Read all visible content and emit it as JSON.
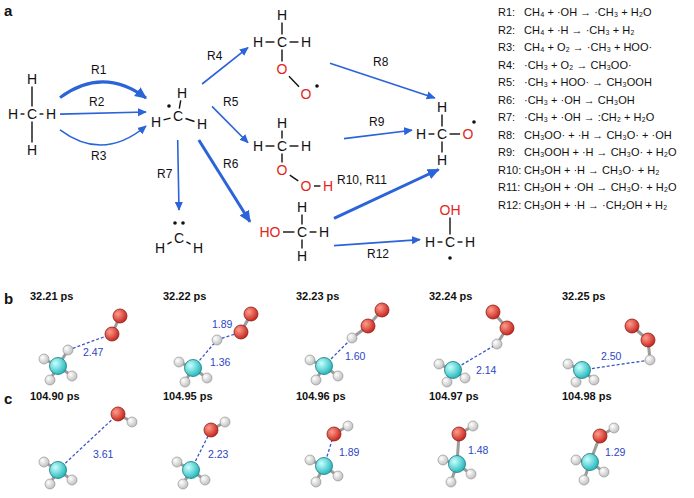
{
  "diagram": {
    "nodes": [
      {
        "text": [
          "H",
          "H",
          "C",
          "H",
          "H"
        ]
      },
      {
        "text": [
          "H",
          "H",
          "C",
          "H"
        ]
      },
      {
        "text": [
          "H",
          "H",
          "C",
          "H",
          "O",
          "O"
        ]
      },
      {
        "text": [
          "H",
          "H",
          "C",
          "H",
          "O",
          "O",
          "H"
        ]
      },
      {
        "text": [
          "H",
          "HO",
          "C",
          "H",
          "H"
        ]
      },
      {
        "text": [
          "H",
          "C",
          "H"
        ]
      },
      {
        "text": [
          "H",
          "H",
          "C",
          "O",
          "H"
        ]
      },
      {
        "text": [
          "OH",
          "H",
          "C",
          "H"
        ]
      }
    ],
    "edges": [
      {
        "from": 0,
        "to": 1,
        "arrow": "to",
        "label": "R1"
      },
      {
        "from": 0,
        "to": 1,
        "arrow": "to",
        "label": "R2"
      },
      {
        "from": 0,
        "to": 1,
        "arrow": "to",
        "label": "R3"
      },
      {
        "from": 1,
        "to": 2,
        "arrow": "to",
        "label": "R4"
      },
      {
        "from": 1,
        "to": 3,
        "arrow": "to",
        "label": "R5"
      },
      {
        "from": 1,
        "to": 4,
        "arrow": "to",
        "label": "R6"
      },
      {
        "from": 1,
        "to": 5,
        "arrow": "to",
        "label": "R7"
      },
      {
        "from": 2,
        "to": 6,
        "arrow": "to",
        "label": "R8"
      },
      {
        "from": 3,
        "to": 6,
        "arrow": "to",
        "label": "R9"
      },
      {
        "from": 4,
        "to": 6,
        "arrow": "to",
        "label": "R10, R11"
      },
      {
        "from": 4,
        "to": 7,
        "arrow": "to",
        "label": "R12"
      }
    ],
    "labels": [
      "a",
      "R1:",
      "CH₄ + ·OH → ·CH₃ + H₂O",
      "R2:",
      "CH₄ + ·H → ·CH₃ + H₂",
      "R3:",
      "CH₄ + O₂ → ·CH₃ + HOO·",
      "R4:",
      "·CH₃ + O₂ → CH₃OO·",
      "R5:",
      "·CH₃ + HOO· → CH₃OOH",
      "R6:",
      "·CH₃ + ·OH → CH₃OH",
      "R7:",
      "·CH₃ + ·OH → :CH₂ + H₂O",
      "R8:",
      "CH₃OO· + ·H → CH₃O· + ·OH",
      "R9:",
      "CH₃OOH + ·H → CH₃O· + H₂O",
      "R10:",
      "CH₃OH + ·H → CH₃O· + H₂",
      "R11:",
      "CH₃OH + ·OH → CH₃O· + H₂O",
      "R12:",
      "CH₃OH + ·H → ·CH₂OH + H₂",
      "b",
      "32.21 ps",
      "32.22 ps",
      "32.23 ps",
      "32.24 ps",
      "32.25 ps",
      "2.47",
      "1.89",
      "1.36",
      "1.60",
      "2.14",
      "2.50",
      "c",
      "104.90 ps",
      "104.95 ps",
      "104.96 ps",
      "104.97 ps",
      "104.98 ps",
      "3.61",
      "2.23",
      "1.89",
      "1.48",
      "1.29"
    ]
  }
}
